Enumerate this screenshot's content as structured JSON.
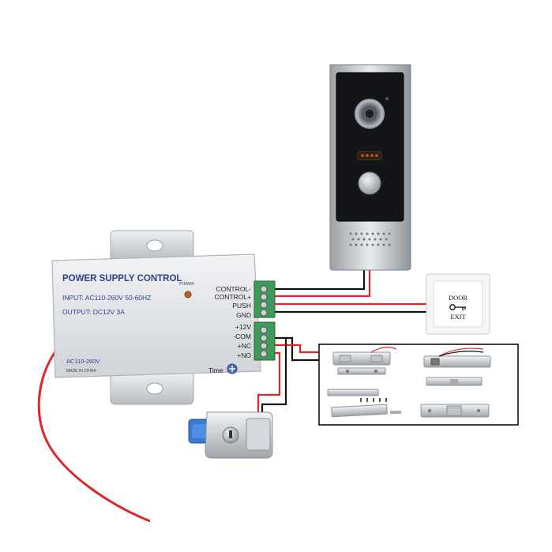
{
  "psu": {
    "title": "POWER SUPPLY CONTROL",
    "input": "INPUT: AC110-260V 50-60HZ",
    "output": "OUTPUT: DC12V  3A",
    "power_led_label": "POWER",
    "ac_label": "AC110-260V",
    "made_in": "MADE IN CHINA",
    "time_label": "Time"
  },
  "terminals": [
    {
      "label": "CONTROL-"
    },
    {
      "label": "CONTROL+"
    },
    {
      "label": "PUSH"
    },
    {
      "label": "GND"
    },
    {
      "label": "+12V"
    },
    {
      "label": "-COM"
    },
    {
      "label": "+NC"
    },
    {
      "label": "+NO"
    }
  ],
  "exit_button": {
    "line1": "DOOR",
    "line2": "EXIT"
  },
  "colors": {
    "wire_red": "#e0262b",
    "wire_black": "#111111",
    "psu_body": "#e6e8eb",
    "terminal_green": "#3f9a5a",
    "psu_text": "#2e3f8e"
  },
  "icons": [
    "camera-lens-icon",
    "call-button-icon",
    "key-icon",
    "time-knob-icon"
  ]
}
